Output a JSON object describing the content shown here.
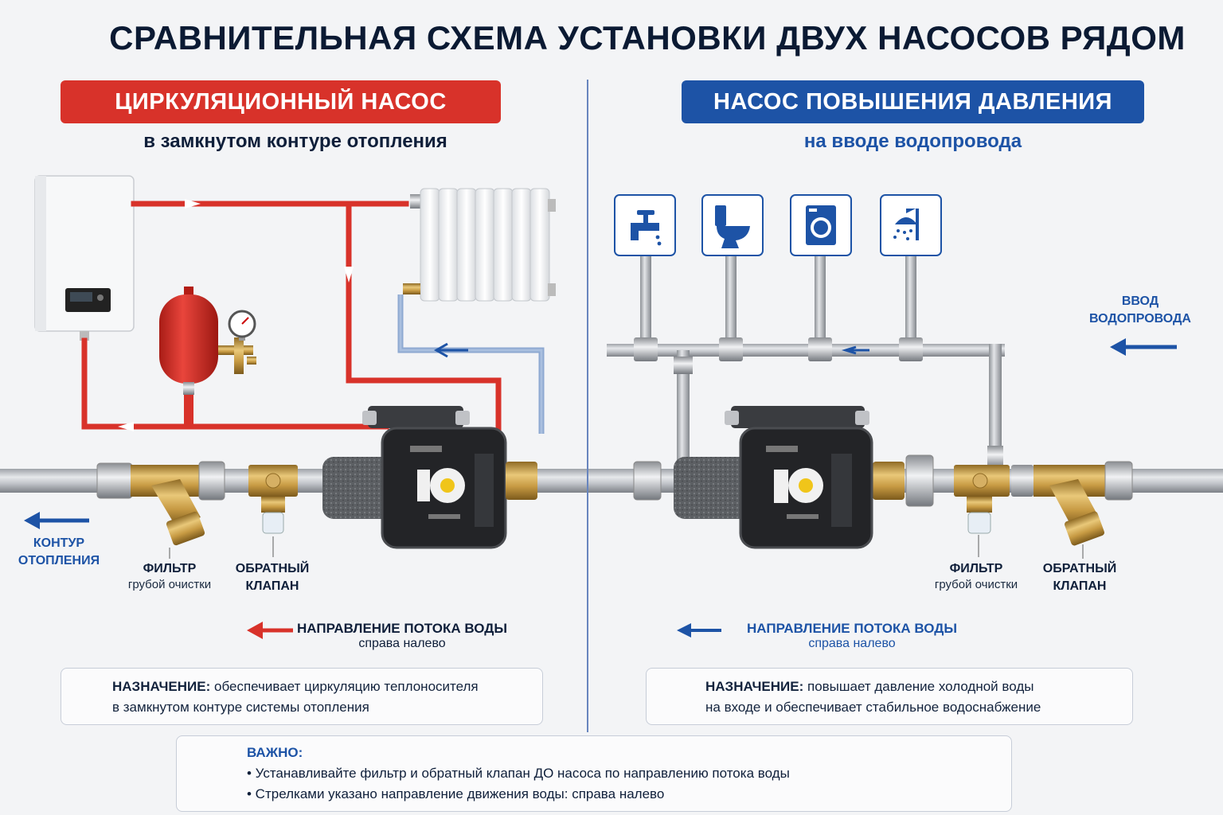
{
  "title": "СРАВНИТЕЛЬНАЯ СХЕМА УСТАНОВКИ ДВУХ НАСОСОВ РЯДОМ",
  "left": {
    "header": "ЦИРКУЛЯЦИОННЫЙ НАСОС",
    "subheader": "в замкнутом контуре отопления",
    "outlet_label": [
      "КОНТУР",
      "ОТОПЛЕНИЯ"
    ],
    "filter_label": "ФИЛЬТР",
    "filter_sub": "грубой очистки",
    "valve_label": [
      "ОБРАТНЫЙ",
      "КЛАПАН"
    ],
    "flow_title": "НАПРАВЛЕНИЕ ПОТОКА ВОДЫ",
    "flow_sub": "справа налево",
    "purpose_head": "НАЗНАЧЕНИЕ:",
    "purpose_line1": "обеспечивает циркуляцию теплоносителя",
    "purpose_line2": "в замкнутом контуре системы отопления"
  },
  "right": {
    "header": "НАСОС ПОВЫШЕНИЯ ДАВЛЕНИЯ",
    "subheader": "на вводе водопровода",
    "inlet_label": [
      "ВВОД",
      "ВОДОПРОВОДА"
    ],
    "filter_label": "ФИЛЬТР",
    "filter_sub": "грубой очистки",
    "valve_label": [
      "ОБРАТНЫЙ",
      "КЛАПАН"
    ],
    "flow_title": "НАПРАВЛЕНИЕ ПОТОКА ВОДЫ",
    "flow_sub": "справа налево",
    "purpose_head": "НАЗНАЧЕНИЕ:",
    "purpose_line1": "повышает давление холодной воды",
    "purpose_line2": "на входе и обеспечивает стабильное водоснабжение",
    "fixtures": [
      "faucet-icon",
      "toilet-icon",
      "washing-machine-icon",
      "shower-icon"
    ]
  },
  "note": {
    "head": "ВАЖНО:",
    "items": [
      "• Устанавливайте фильтр и обратный клапан ДО насоса по направлению потока воды",
      "• Стрелками указано направление движения воды: справа налево"
    ]
  },
  "colors": {
    "hot": "#d8322a",
    "cold": "#1d53a6",
    "return": "#8ea9d1",
    "pipe": "#b9bcc2",
    "brass": "#c9a04a"
  }
}
